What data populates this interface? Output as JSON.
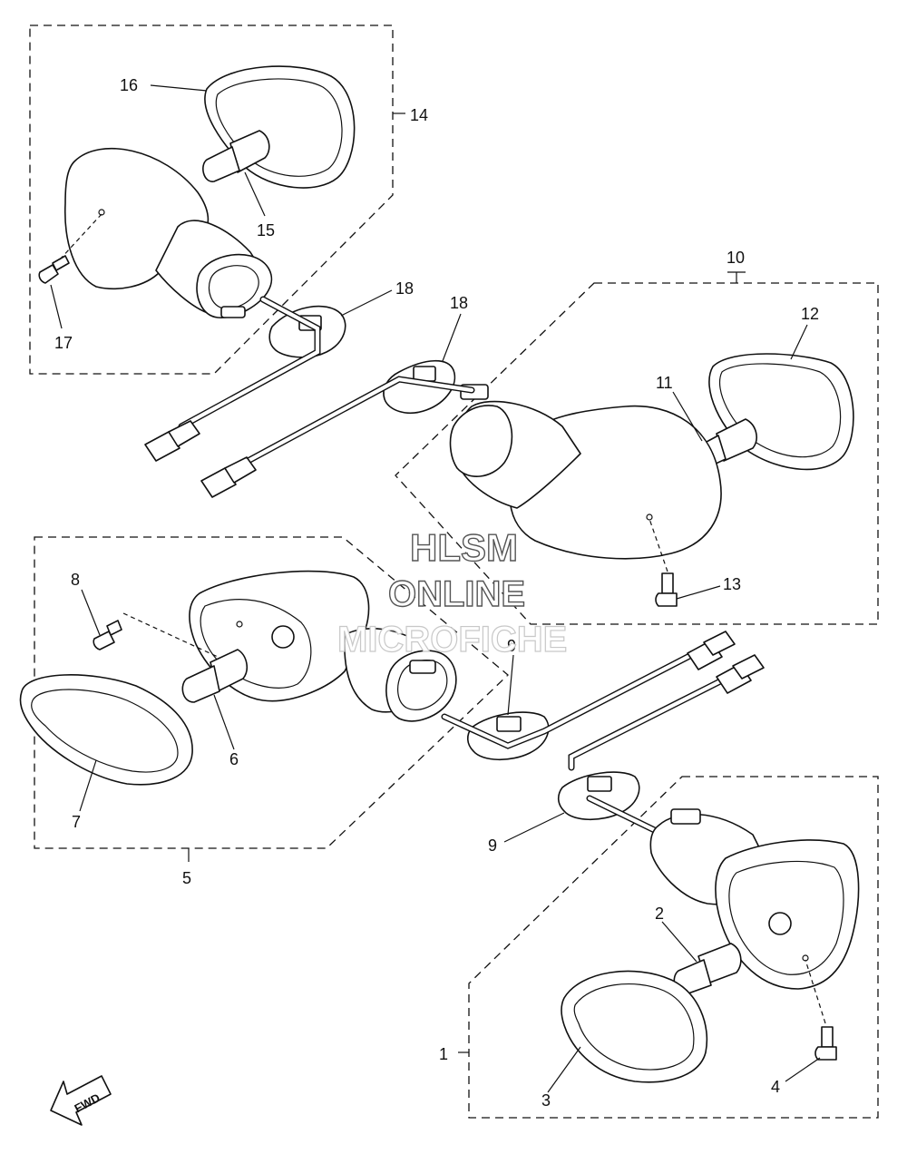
{
  "diagram": {
    "callouts": [
      "1",
      "2",
      "3",
      "4",
      "5",
      "6",
      "7",
      "8",
      "9",
      "9",
      "10",
      "11",
      "12",
      "13",
      "14",
      "15",
      "16",
      "17",
      "18",
      "18"
    ]
  },
  "watermark": {
    "line1": "HLSM",
    "line2": "ONLINE",
    "line3": "MICROFICHE"
  },
  "direction_marker": {
    "label": "FWD"
  }
}
